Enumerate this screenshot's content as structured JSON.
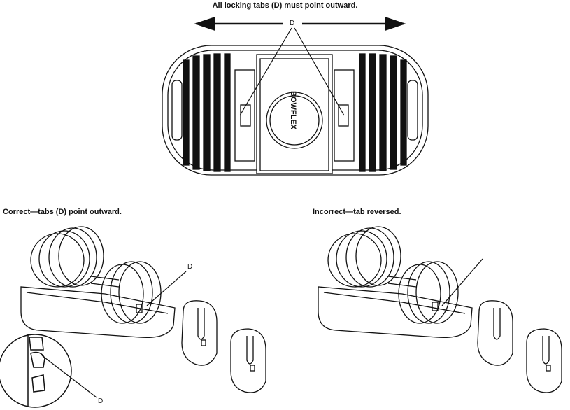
{
  "title": "All locking tabs (D) must point outward.",
  "callouts": {
    "top": "D",
    "correct": "D",
    "inset": "D"
  },
  "captions": {
    "correct": "Correct—tabs (D) point outward.",
    "incorrect": "Incorrect—tab reversed."
  },
  "brand_mark": "BOWFLEX"
}
